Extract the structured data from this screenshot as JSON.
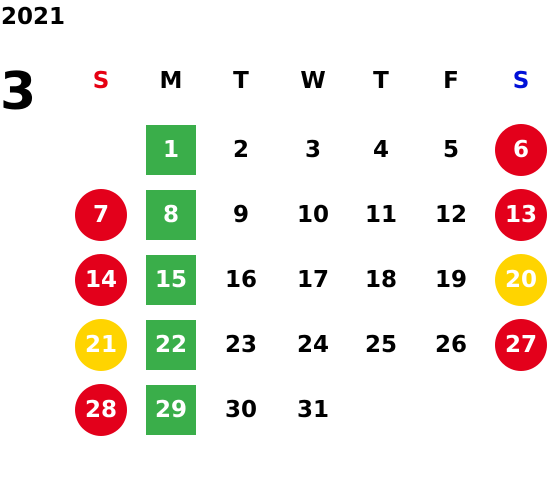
{
  "year": "2021",
  "month": "3",
  "colors": {
    "sunday_header": "#e60012",
    "saturday_header": "#0010d8",
    "holiday_red": "#e3001b",
    "holiday_yellow": "#ffd400",
    "monday_green": "#3aae4a"
  },
  "weekdays": [
    "S",
    "M",
    "T",
    "W",
    "T",
    "F",
    "S"
  ],
  "weeks": [
    [
      {
        "day": ""
      },
      {
        "day": "1",
        "style": "green"
      },
      {
        "day": "2"
      },
      {
        "day": "3"
      },
      {
        "day": "4"
      },
      {
        "day": "5"
      },
      {
        "day": "6",
        "style": "red"
      }
    ],
    [
      {
        "day": "7",
        "style": "red"
      },
      {
        "day": "8",
        "style": "green"
      },
      {
        "day": "9"
      },
      {
        "day": "10"
      },
      {
        "day": "11"
      },
      {
        "day": "12"
      },
      {
        "day": "13",
        "style": "red"
      }
    ],
    [
      {
        "day": "14",
        "style": "red"
      },
      {
        "day": "15",
        "style": "green"
      },
      {
        "day": "16"
      },
      {
        "day": "17"
      },
      {
        "day": "18"
      },
      {
        "day": "19"
      },
      {
        "day": "20",
        "style": "yellow"
      }
    ],
    [
      {
        "day": "21",
        "style": "yellow"
      },
      {
        "day": "22",
        "style": "green"
      },
      {
        "day": "23"
      },
      {
        "day": "24"
      },
      {
        "day": "25"
      },
      {
        "day": "26"
      },
      {
        "day": "27",
        "style": "red"
      }
    ],
    [
      {
        "day": "28",
        "style": "red"
      },
      {
        "day": "29",
        "style": "green"
      },
      {
        "day": "30"
      },
      {
        "day": "31"
      },
      {
        "day": ""
      },
      {
        "day": ""
      },
      {
        "day": ""
      }
    ]
  ]
}
